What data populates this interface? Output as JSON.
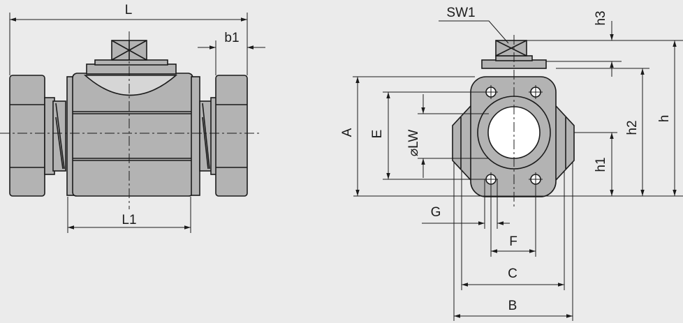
{
  "colors": {
    "background": "#ebebeb",
    "body_fill": "#b3b3b3",
    "line": "#1b1b1b",
    "bore_fill": "#ffffff"
  },
  "labels": {
    "L": "L",
    "b1": "b1",
    "L1": "L1",
    "SW1": "SW1",
    "h3": "h3",
    "h2": "h2",
    "h": "h",
    "h1": "h1",
    "A": "A",
    "E": "E",
    "LW": "⌀LW",
    "G": "G",
    "F": "F",
    "C": "C",
    "B": "B"
  }
}
